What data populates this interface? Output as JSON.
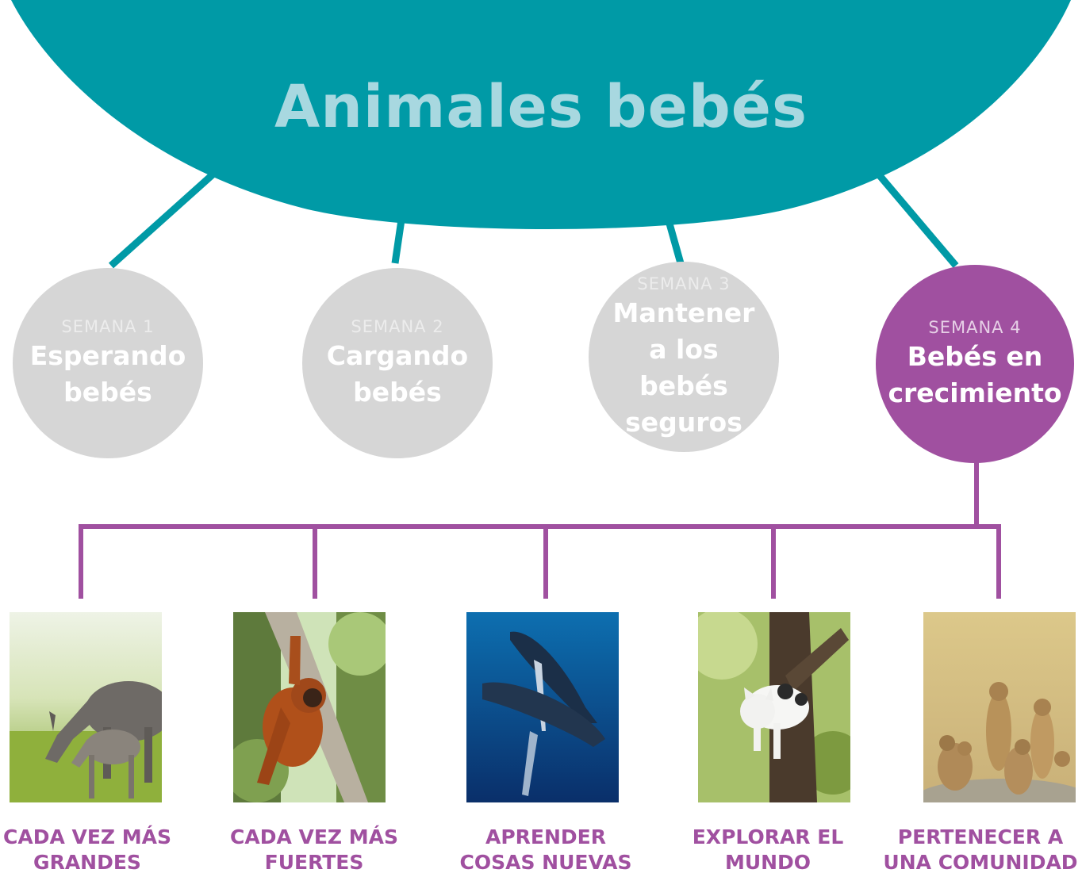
{
  "title": "Animales bebés",
  "colors": {
    "teal": "#009aa6",
    "title_text": "#a8d8e0",
    "gray_circle": "#d6d6d6",
    "purple": "#a050a0"
  },
  "weeks": [
    {
      "label": "SEMANA 1",
      "name": "Esperando bebés",
      "active": false
    },
    {
      "label": "SEMANA 2",
      "name": "Cargando bebés",
      "active": false
    },
    {
      "label": "SEMANA 3",
      "name": "Mantener a los bebés seguros",
      "active": false
    },
    {
      "label": "SEMANA 4",
      "name": "Bebés en crecimiento",
      "active": true
    }
  ],
  "topics": [
    {
      "caption": "CADA VEZ MÁS GRANDES",
      "image": "donkey-foal-photo"
    },
    {
      "caption": "CADA VEZ MÁS FUERTES",
      "image": "baby-orangutan-photo"
    },
    {
      "caption": "APRENDER COSAS NUEVAS",
      "image": "humpback-whales-photo"
    },
    {
      "caption": "EXPLORAR EL MUNDO",
      "image": "kitten-in-tree-photo"
    },
    {
      "caption": "PERTENECER A UNA COMUNIDAD",
      "image": "meerkats-photo"
    }
  ]
}
